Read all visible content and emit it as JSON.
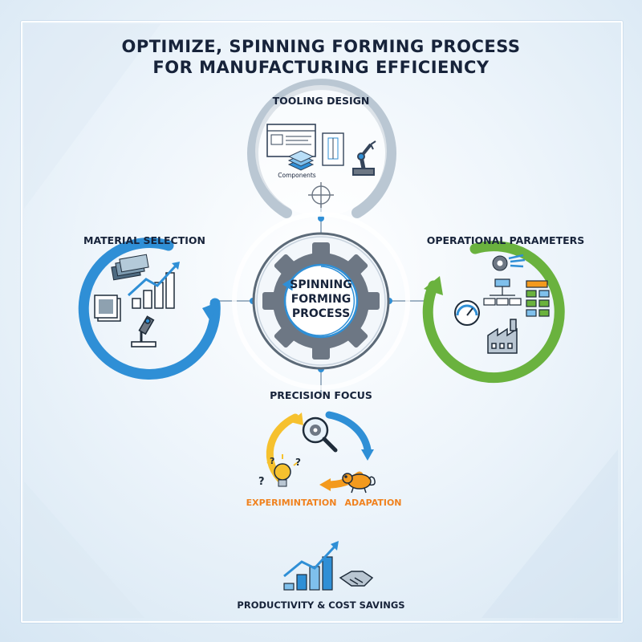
{
  "title": {
    "line1": "OPTIMIZE, SPINNING FORMING PROCESS",
    "line2": "FOR MANUFACTURING EFFICIENCY"
  },
  "center": {
    "line1": "SPINNING",
    "line2": "FORMING",
    "line3": "PROCESS"
  },
  "nodes": {
    "tooling": {
      "label": "TOOLING DESIGN",
      "sub_label": "Components"
    },
    "material": {
      "label": "MATERIAL SELECTION"
    },
    "operational": {
      "label": "OPERATIONAL PARAMETERS"
    },
    "precision": {
      "label": "PRECISION FOCUS",
      "experimentation": "EXPERIMINTATION",
      "adaptation": "ADAPATION"
    },
    "outcome": {
      "label": "PRODUCTIVITY & COST SAVINGS"
    }
  },
  "colors": {
    "blue": "#2f8fd6",
    "green": "#6ab23e",
    "orange": "#f39a1e",
    "yellow": "#f6c12e",
    "gray": "#b9c6d2",
    "gear": "#6d7784",
    "text": "#17233a"
  },
  "icons": {
    "tooling": [
      "monitor-icon",
      "stack-icon",
      "blueprint-icon",
      "robot-arm-icon",
      "crosshair-icon"
    ],
    "material": [
      "money-icon",
      "growth-chart-icon",
      "sheet-stack-icon",
      "microscope-icon"
    ],
    "operational": [
      "gear-wing-icon",
      "gauge-icon",
      "flowchart-icon",
      "factory-icon"
    ],
    "precision": [
      "magnifier-gear-icon",
      "lightbulb-icon",
      "chameleon-icon"
    ],
    "outcome": [
      "bar-chart-icon",
      "handshake-icon"
    ]
  }
}
